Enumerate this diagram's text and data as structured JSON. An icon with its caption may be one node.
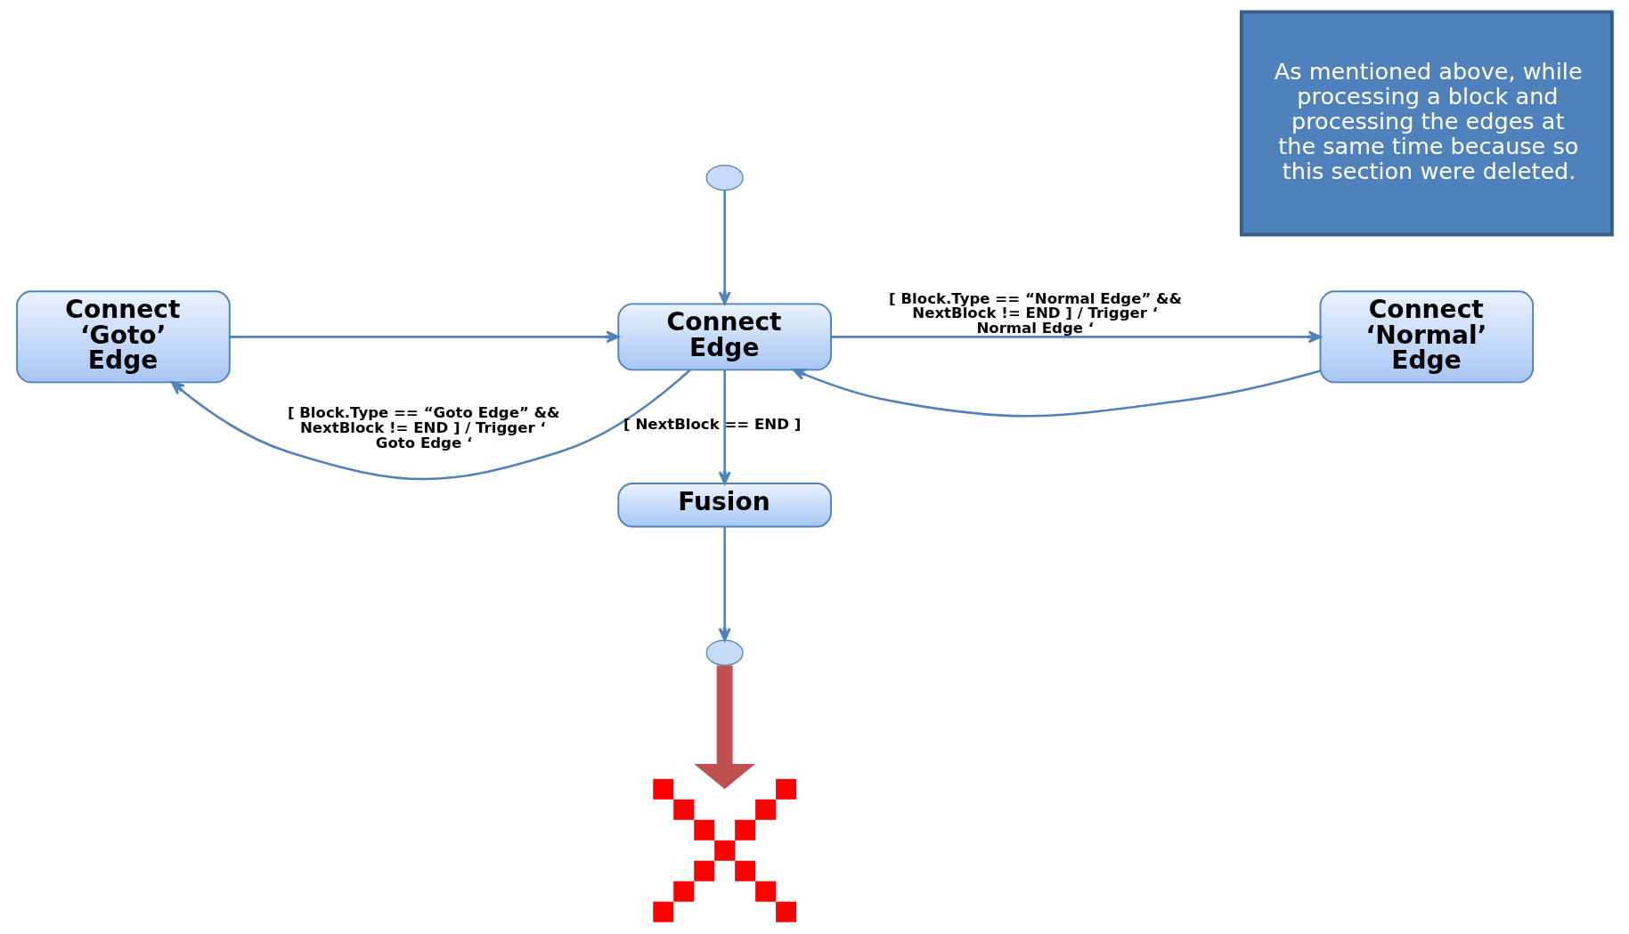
{
  "diagram": {
    "nodes": [
      {
        "text": [],
        "shape": "circle"
      },
      {
        "text": [
          "Connect ‘Goto’ Edge"
        ]
      },
      {
        "text": [
          "Connect Edge"
        ]
      },
      {
        "text": [
          "Connect ‘Normal’ Edge"
        ]
      },
      {
        "text": [
          "Fusion"
        ]
      },
      {
        "text": [],
        "shape": "circle"
      },
      {
        "text": [],
        "shape": "cross"
      },
      {
        "text": [
          "As mentioned above, while processing a block and processing the edges at the same time because so this section were deleted."
        ]
      }
    ],
    "edges": [
      {
        "from": 0,
        "to": 2,
        "arrow": "to"
      },
      {
        "from": 2,
        "to": 1,
        "arrow": "to",
        "label": "[ Block.Type == “Goto Edge” && NextBlock != END ] / Trigger ‘ Goto Edge ‘"
      },
      {
        "from": 1,
        "to": 2,
        "arrow": "to"
      },
      {
        "from": 2,
        "to": 3,
        "arrow": "to",
        "label": "[ Block.Type == “Normal Edge” && NextBlock != END ] / Trigger ‘ Normal Edge ‘"
      },
      {
        "from": 3,
        "to": 2,
        "arrow": "to"
      },
      {
        "from": 2,
        "to": 4,
        "arrow": "to",
        "label": "[ NextBlock == END ]"
      },
      {
        "from": 4,
        "to": 5,
        "arrow": "to"
      },
      {
        "from": 5,
        "to": 6,
        "arrow": "to",
        "style": "thick",
        "color": "#c0504d"
      }
    ]
  }
}
